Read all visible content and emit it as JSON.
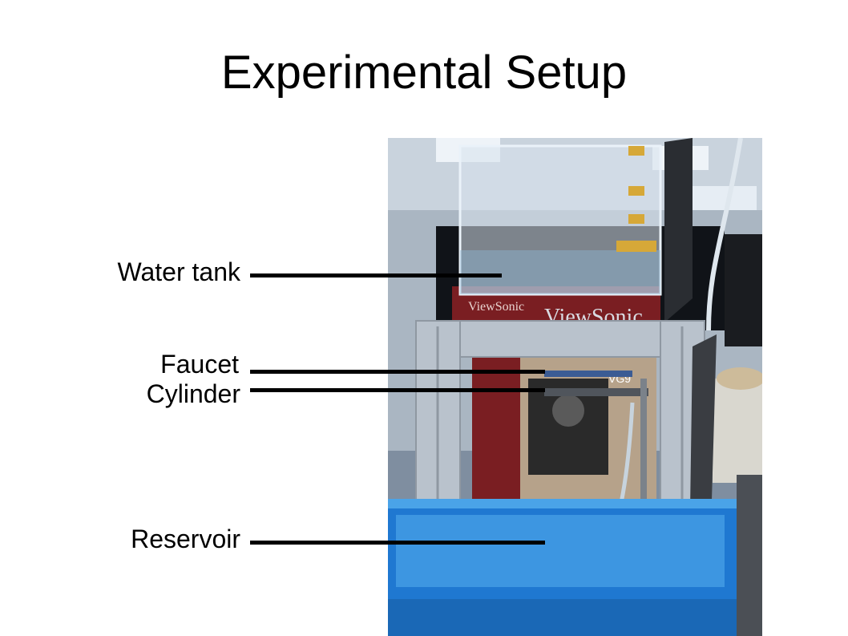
{
  "slide": {
    "title": "Experimental Setup"
  },
  "photo": {
    "description_icon": "experimental-apparatus-photo",
    "visible_text": [
      "ViewSonic",
      "ViewSonic",
      "VG9"
    ]
  },
  "labels": {
    "water_tank": "Water tank",
    "faucet": "Faucet",
    "cylinder": "Cylinder",
    "reservoir": "Reservoir"
  },
  "colors": {
    "reservoir_blue": "#1f78d1",
    "frame_aluminum": "#b9c2cc",
    "water_blue": "#4aa3e8"
  }
}
